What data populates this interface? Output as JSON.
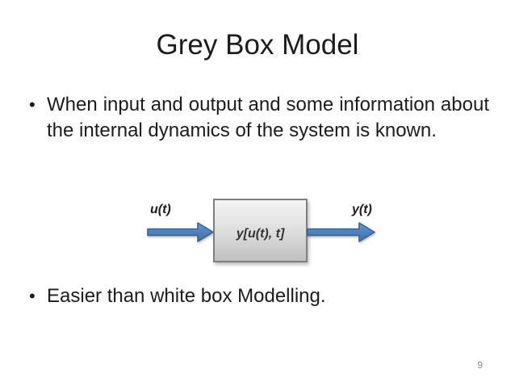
{
  "slide": {
    "title": "Grey Box Model",
    "bullets": [
      "When input and output and some information about the internal dynamics of the system is known.",
      "Easier than white box Modelling."
    ],
    "bullet_glyph": "•",
    "diagram": {
      "input_label": "u(t)",
      "box_label": "y[u(t), t]",
      "output_label": "y(t)"
    },
    "page_number": "9",
    "colors": {
      "arrow_fill_light": "#6f97c6",
      "arrow_fill": "#4f81bd",
      "arrow_border": "#38618f",
      "box_border": "#7f7f7f",
      "box_gradient_top": "#f4f4f4",
      "box_gradient_bottom": "#bfbfbf",
      "text": "#1c1c1c",
      "page_number": "#8c8c8c"
    }
  }
}
